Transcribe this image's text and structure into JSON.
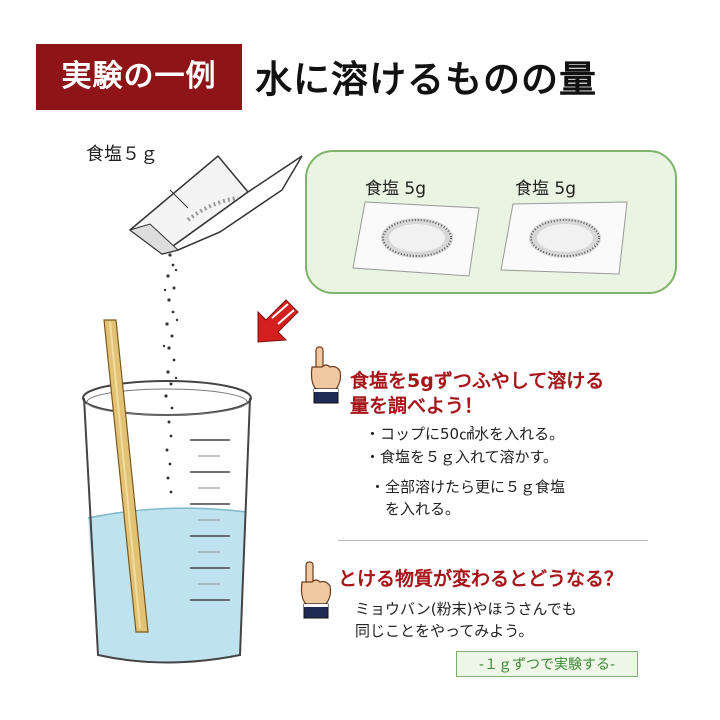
{
  "header": {
    "badge": "実験の一例",
    "title": "水に溶けるものの量"
  },
  "illustration": {
    "salt_label": "食塩５ｇ"
  },
  "samples": [
    {
      "label": "食塩 5g"
    },
    {
      "label": "食塩 5g"
    }
  ],
  "section1": {
    "heading_line1": "食塩を5gずつふやして溶ける",
    "heading_line2": "量を調べよう！",
    "bullets": [
      "・コップに50㎤水を入れる。",
      "・食塩を５ｇ入れて溶かす。"
    ],
    "sub_bullet_line1": "・全部溶けたら更に５ｇ食塩",
    "sub_bullet_line2": "を入れる。"
  },
  "section2": {
    "heading": "とける物質が変わるとどうなる？",
    "body_line1": "ミョウバン(粉末)やほうさんでも",
    "body_line2": "同じことをやってみよう。"
  },
  "note": "-１ｇずつで実験する-",
  "colors": {
    "badge_bg": "#8e1418",
    "heading_red": "#a5151a",
    "box_green": "#7fb46a",
    "box_fill": "#eaf4e2",
    "arrow_red": "#d3201f",
    "water_blue": "#bfe3ee"
  }
}
